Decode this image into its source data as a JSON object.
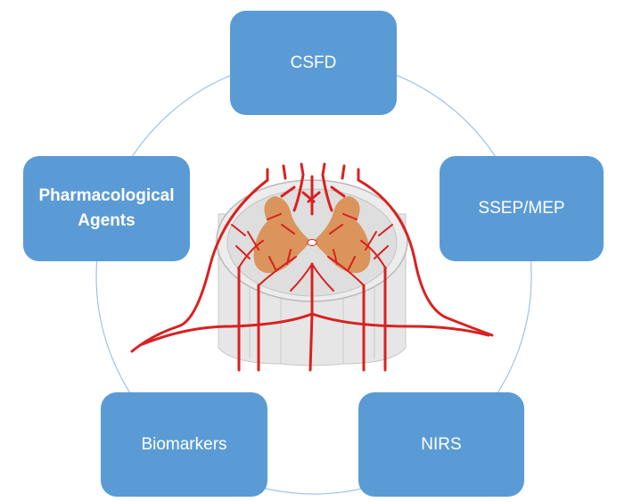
{
  "diagram": {
    "nodes": [
      {
        "id": "csfd",
        "label": "CSFD"
      },
      {
        "id": "ssep",
        "label": "SSEP/MEP"
      },
      {
        "id": "nirs",
        "label": "NIRS"
      },
      {
        "id": "biomarkers",
        "label": "Biomarkers"
      },
      {
        "id": "pharm",
        "label": "Pharmacological\nAgents"
      }
    ],
    "center_image": "spinal-cord-blood-supply-illustration",
    "colors": {
      "node_fill": "#5b9bd5",
      "node_text": "#ffffff",
      "ring": "#9dc3e6",
      "vessel": "#d92121",
      "gray_matter": "#d98c4e",
      "cord": "#e6e6e6"
    }
  }
}
